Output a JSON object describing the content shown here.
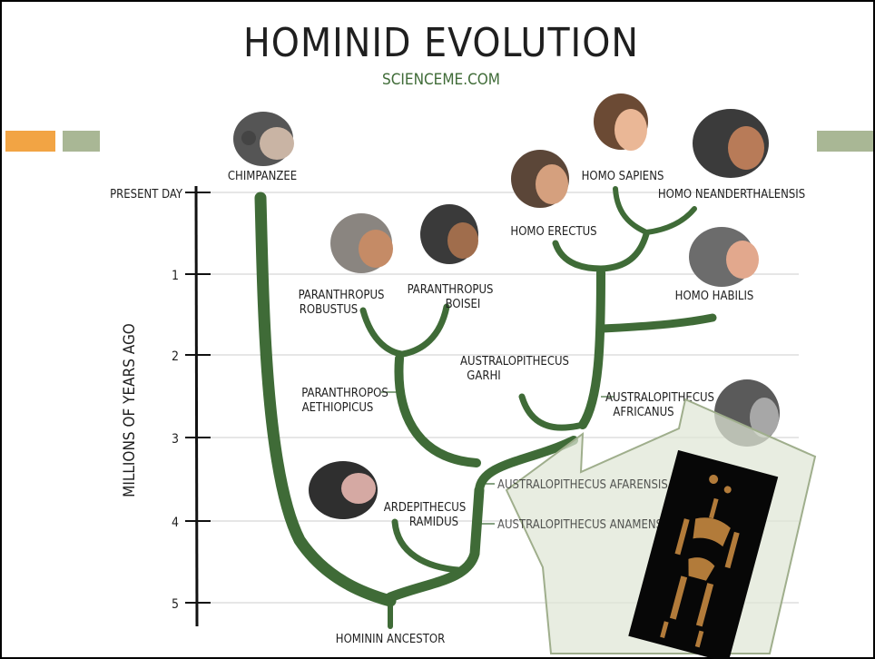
{
  "header": {
    "title": "HOMINID EVOLUTION",
    "subtitle": "SCIENCEME.COM"
  },
  "axis": {
    "label": "MILLIONS OF YEARS AGO",
    "ticks": [
      "PRESENT DAY",
      "1",
      "2",
      "3",
      "4",
      "5"
    ]
  },
  "species": {
    "chimpanzee": "CHIMPANZEE",
    "homo_sapiens": "HOMO SAPIENS",
    "homo_neanderthalensis": "HOMO NEANDERTHALENSIS",
    "homo_erectus": "HOMO ERECTUS",
    "homo_habilis": "HOMO HABILIS",
    "paranthropus_robustus_1": "PARANTHROPUS",
    "paranthropus_robustus_2": "ROBUSTUS",
    "paranthropus_boisei_1": "PARANTHROPUS",
    "paranthropus_boisei_2": "BOISEI",
    "paranthropos_aethiopicus_1": "PARANTHROPOS",
    "paranthropos_aethiopicus_2": "AETHIOPICUS",
    "australopithecus_garhi_1": "AUSTRALOPITHECUS",
    "australopithecus_garhi_2": "GARHI",
    "australopithecus_africanus_1": "AUSTRALOPITHECUS",
    "australopithecus_africanus_2": "AFRICANUS",
    "australopithecus_afarensis": "AUSTRALOPITHECUS AFARENSIS",
    "ardepithecus_ramidus_1": "ARDEPITHECUS",
    "ardepithecus_ramidus_2": "RAMIDUS",
    "australopithecus_anamensis": "AUSTRALOPITHECUS ANAMENSIS",
    "hominin_ancestor": "HOMININ ANCESTOR"
  },
  "colors": {
    "tree": "#3f6b37",
    "accent_orange": "#f2a444",
    "accent_sage": "#a9b795",
    "arrow_fill": "#dfe6d6",
    "arrow_stroke": "#9fae8c",
    "grid": "#d6d6d6"
  },
  "icons": {
    "heads": "hominid-head-icon",
    "fossil": "lucy-skeleton-photo"
  }
}
